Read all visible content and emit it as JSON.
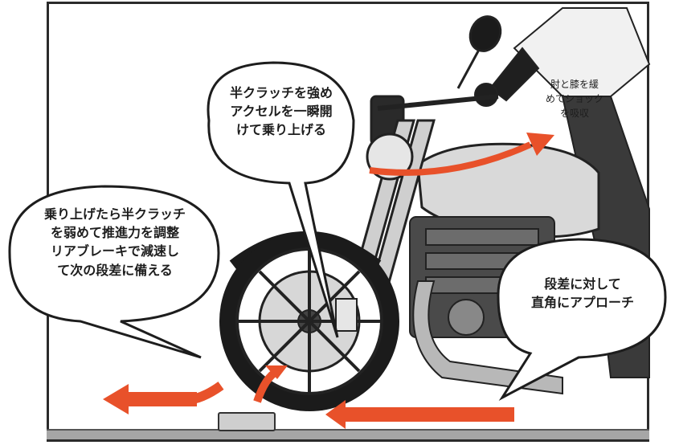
{
  "bubbles": {
    "center": {
      "lines": [
        "半クラッチを強め",
        "アクセルを一瞬開",
        "けて乗り上げる"
      ]
    },
    "left": {
      "lines": [
        "乗り上げたら半クラッチ",
        "を弱めて推進力を調整",
        "リアブレーキで減速し",
        "て次の段差に備える"
      ]
    },
    "right": {
      "lines": [
        "段差に対して",
        "直角にアプローチ"
      ]
    },
    "top_right": {
      "lines": [
        "肘と膝を緩",
        "めてショック",
        "を吸収"
      ]
    }
  },
  "colors": {
    "arrow": "#e8512a",
    "outline": "#1d1d1d",
    "tank": "#d9d9d9",
    "ground": "#9a9a9a"
  },
  "icons": [
    "motorcycle-illustration",
    "rider-illustration",
    "step-block"
  ]
}
